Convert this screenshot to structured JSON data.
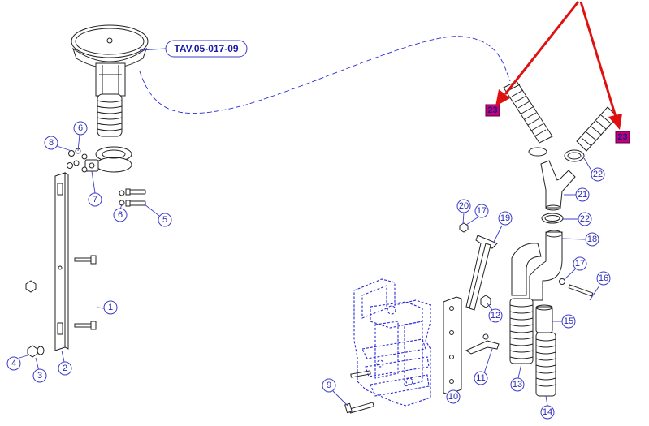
{
  "drawing_reference": "TAV.05-017-09",
  "callouts": [
    "1",
    "2",
    "3",
    "4",
    "5",
    "6",
    "6",
    "7",
    "8",
    "9",
    "10",
    "11",
    "12",
    "13",
    "14",
    "15",
    "16",
    "17",
    "17",
    "18",
    "19",
    "20",
    "21",
    "22",
    "22"
  ],
  "highlighted_callouts": [
    "23",
    "23"
  ],
  "colors": {
    "callout": "#3c3ccc",
    "highlight": "#c4007a",
    "arrow": "#e01010",
    "link_line": "#2a2ad8"
  }
}
